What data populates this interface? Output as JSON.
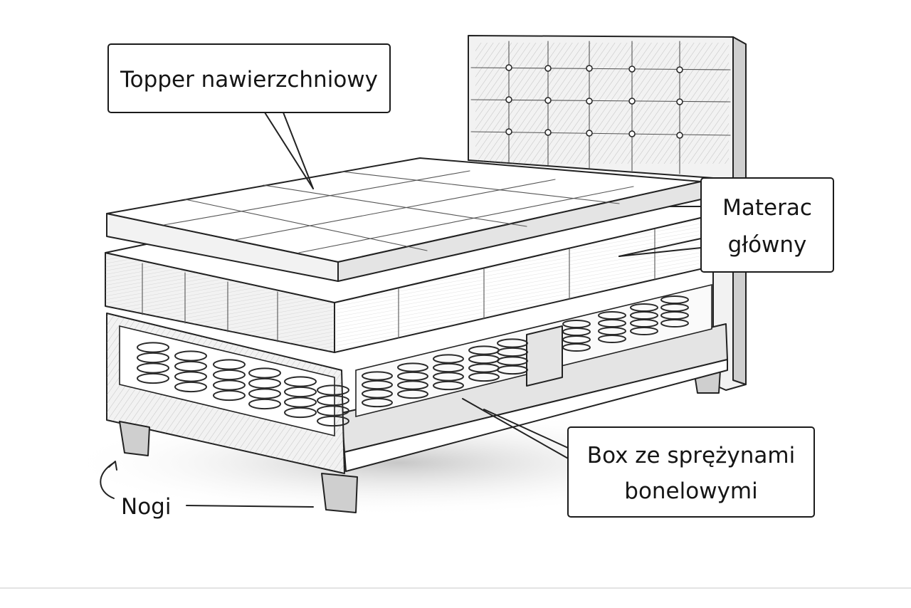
{
  "labels": {
    "topper": "Topper nawierzchniowy",
    "mattress_line1": "Materac",
    "mattress_line2": "główny",
    "box_line1": "Box ze sprężynami",
    "box_line2": "bonelowymi",
    "legs": "Nogi"
  }
}
